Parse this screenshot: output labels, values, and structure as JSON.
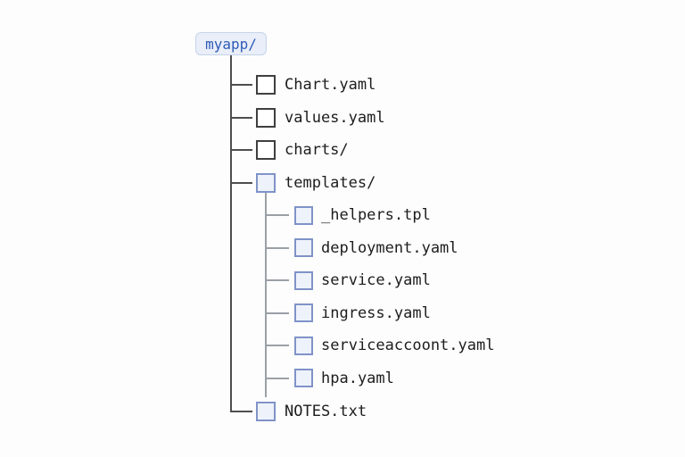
{
  "root": {
    "label": "myapp/"
  },
  "tree": {
    "items": [
      {
        "label": "Chart.yaml",
        "level": 1,
        "box": "plain",
        "kind": "file"
      },
      {
        "label": "values.yaml",
        "level": 1,
        "box": "plain",
        "kind": "file"
      },
      {
        "label": "charts/",
        "level": 1,
        "box": "plain",
        "kind": "folder"
      },
      {
        "label": "templates/",
        "level": 1,
        "box": "blue",
        "kind": "folder"
      },
      {
        "label": "_helpers.tpl",
        "level": 2,
        "box": "blue",
        "kind": "file"
      },
      {
        "label": "deployment.yaml",
        "level": 2,
        "box": "blue",
        "kind": "file"
      },
      {
        "label": "service.yaml",
        "level": 2,
        "box": "blue",
        "kind": "file"
      },
      {
        "label": "ingress.yaml",
        "level": 2,
        "box": "blue",
        "kind": "file"
      },
      {
        "label": "serviceaccoont.yaml",
        "level": 2,
        "box": "blue",
        "kind": "file"
      },
      {
        "label": "hpa.yaml",
        "level": 2,
        "box": "blue",
        "kind": "file"
      },
      {
        "label": "NOTES.txt",
        "level": 1,
        "box": "blue",
        "kind": "file"
      }
    ]
  },
  "colors": {
    "background": "#fdfdfd",
    "badge_bg": "#e9eef8",
    "badge_border": "#c7d3ea",
    "badge_text": "#2e5cb8",
    "line_main": "#4e4e4e",
    "line_sub": "#9aa0a6",
    "box_plain_border": "#3f3f3f",
    "box_plain_fill": "#ffffff",
    "box_blue_border": "#8093c8",
    "box_blue_fill": "#eef2fb",
    "label_text": "#1d1d1d"
  }
}
